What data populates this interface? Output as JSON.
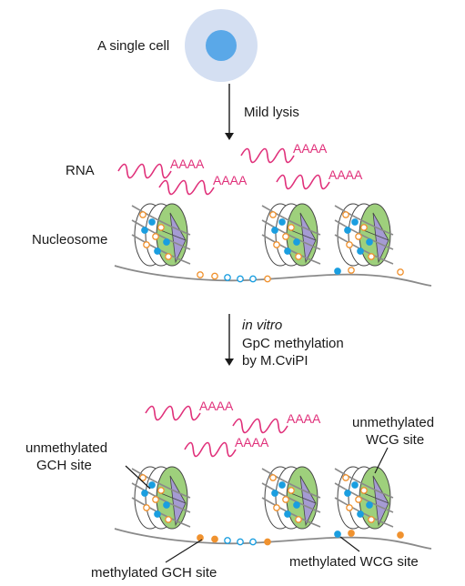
{
  "cell_label": "A single cell",
  "step1_label": "Mild lysis",
  "rna_label": "RNA",
  "poly_a": "AAAA",
  "nucleosome_label": "Nucleosome",
  "step2": {
    "line1": "in vitro",
    "line2": "GpC methylation",
    "line3": "by M.CviPI"
  },
  "legend": {
    "unmethylated_gch": [
      "unmethylated",
      "GCH site"
    ],
    "unmethylated_wcg": [
      "unmethylated",
      "WCG site"
    ],
    "methylated_gch": "methylated GCH site",
    "methylated_wcg": "methylated WCG site"
  },
  "colors": {
    "rna": "#e0307a",
    "gch_site": "#f0922f",
    "wcg_site": "#1a9ee0",
    "dna": "#8a8a8a",
    "histone_green": "#9ed07c",
    "histone_purple": "#a59bd3",
    "cell_outer": "#d4dff2",
    "cell_inner": "#5aa8e8"
  }
}
